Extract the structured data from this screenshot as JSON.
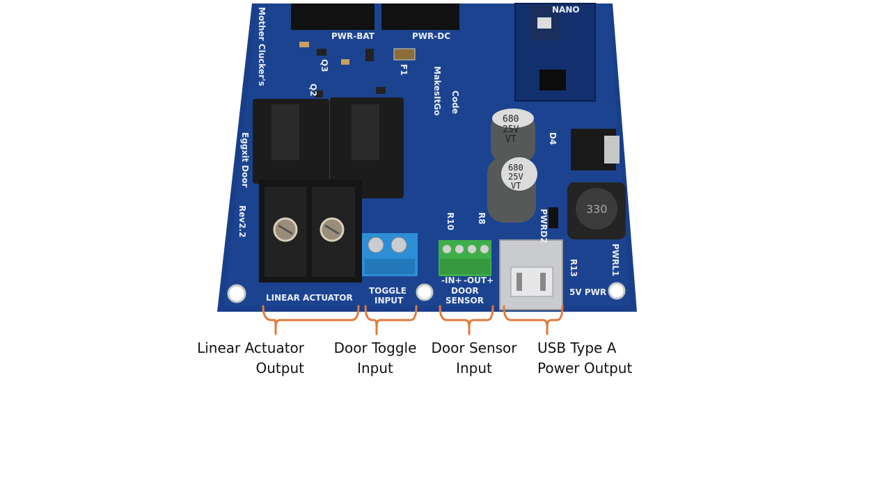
{
  "board": {
    "silkscreen": {
      "title_line1": "Mother Clucker's",
      "title_line2": "Eggxit Door",
      "revision": "Rev2.2",
      "brand_line1": "Code",
      "brand_line2": "MakesItGo",
      "connector_labels": [
        "LINEAR ACTUATOR",
        "TOGGLE",
        "INPUT",
        "DOOR",
        "SENSOR",
        "-IN+",
        "-OUT+",
        "5V PWR"
      ],
      "capacitor_text": [
        "680",
        "25V",
        "VT"
      ],
      "inductor_text": "330",
      "relay_labels": [
        "PWR-BAT",
        "PWR-DC"
      ],
      "refdes": [
        "NANO",
        "R10",
        "R8",
        "R13",
        "PWRD2",
        "PWRL1",
        "D4",
        "Q2",
        "Q3",
        "F1"
      ]
    }
  },
  "callouts": [
    {
      "line1": "Linear Actuator",
      "line2": "Output"
    },
    {
      "line1": "Door Toggle",
      "line2": "Input"
    },
    {
      "line1": "Door Sensor",
      "line2": "Input"
    },
    {
      "line1": "USB Type A",
      "line2": "Power Output"
    }
  ],
  "colors": {
    "pcb_blue": "#1a3f8a",
    "bracket_orange": "#e07a3a",
    "terminal_blue": "#2d8ed6",
    "terminal_green": "#3fae4a",
    "relay_black": "#1a1a1a"
  }
}
